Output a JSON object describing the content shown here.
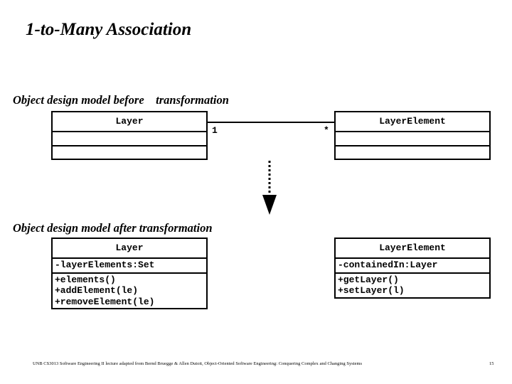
{
  "slide": {
    "title": "1-to-Many Association",
    "page_number": "15",
    "footer_note": "UNB CS3013 Software Engineering II lecture adapted from Bernd Bruegge & Allen Dutoit, Object-Oriented Software Engineering: Conquering Complex and Changing Systems"
  },
  "sections": {
    "before_label": "Object design model before    transformation",
    "after_label": "Object design model after transformation"
  },
  "before": {
    "left_class": {
      "name": "Layer",
      "attributes": [],
      "operations": []
    },
    "right_class": {
      "name": "LayerElement",
      "attributes": [],
      "operations": []
    },
    "association": {
      "source_multiplicity": "1",
      "target_multiplicity": "*"
    }
  },
  "after": {
    "left_class": {
      "name": "Layer",
      "attributes": [
        "-layerElements:Set"
      ],
      "operations": [
        "+elements()",
        "+addElement(le)",
        "+removeElement(le)"
      ]
    },
    "right_class": {
      "name": "LayerElement",
      "attributes": [
        "-containedIn:Layer"
      ],
      "operations": [
        "+getLayer()",
        "+setLayer(l)"
      ]
    }
  },
  "icons": {
    "transform_arrow": "dashed-down-arrow-icon"
  },
  "colors": {
    "ink": "#000000",
    "background": "#ffffff"
  }
}
